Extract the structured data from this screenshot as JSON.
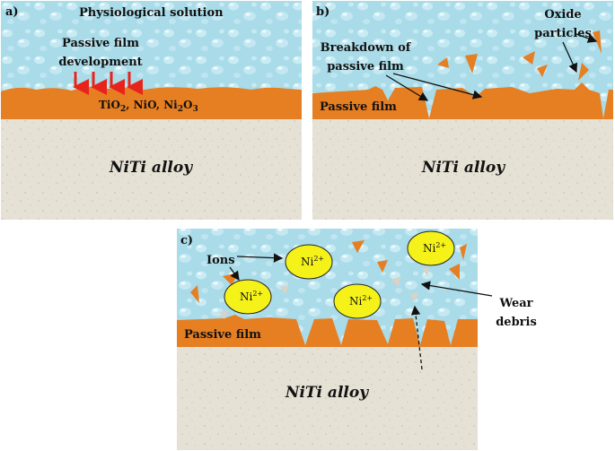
{
  "panels": {
    "a": {
      "tag": "a)",
      "solution": "Physiological solution",
      "film_dev_line1": "Passive film",
      "film_dev_line2": "development",
      "oxides_parts": [
        "TiO",
        "2",
        ", NiO, Ni",
        "2",
        "O",
        "3"
      ],
      "alloy": "NiTi alloy"
    },
    "b": {
      "tag": "b)",
      "breakdown_line1": "Breakdown of",
      "breakdown_line2": "passive film",
      "oxide_line1": "Oxide",
      "oxide_line2": "particles",
      "film": "Passive film",
      "alloy": "NiTi alloy"
    },
    "c": {
      "tag": "c)",
      "ions": "Ions",
      "ion_base": "Ni",
      "ion_charge": "2+",
      "wear_line1": "Wear",
      "wear_line2": "debris",
      "film": "Passive film",
      "alloy": "NiTi alloy"
    }
  },
  "colors": {
    "solution": "#a9dbe8",
    "film": "#e67e22",
    "alloy": "#e6e1d5",
    "arrow_red": "#e8231b",
    "ion_fill": "#f5f21a",
    "debris": "#d9d2c6"
  }
}
